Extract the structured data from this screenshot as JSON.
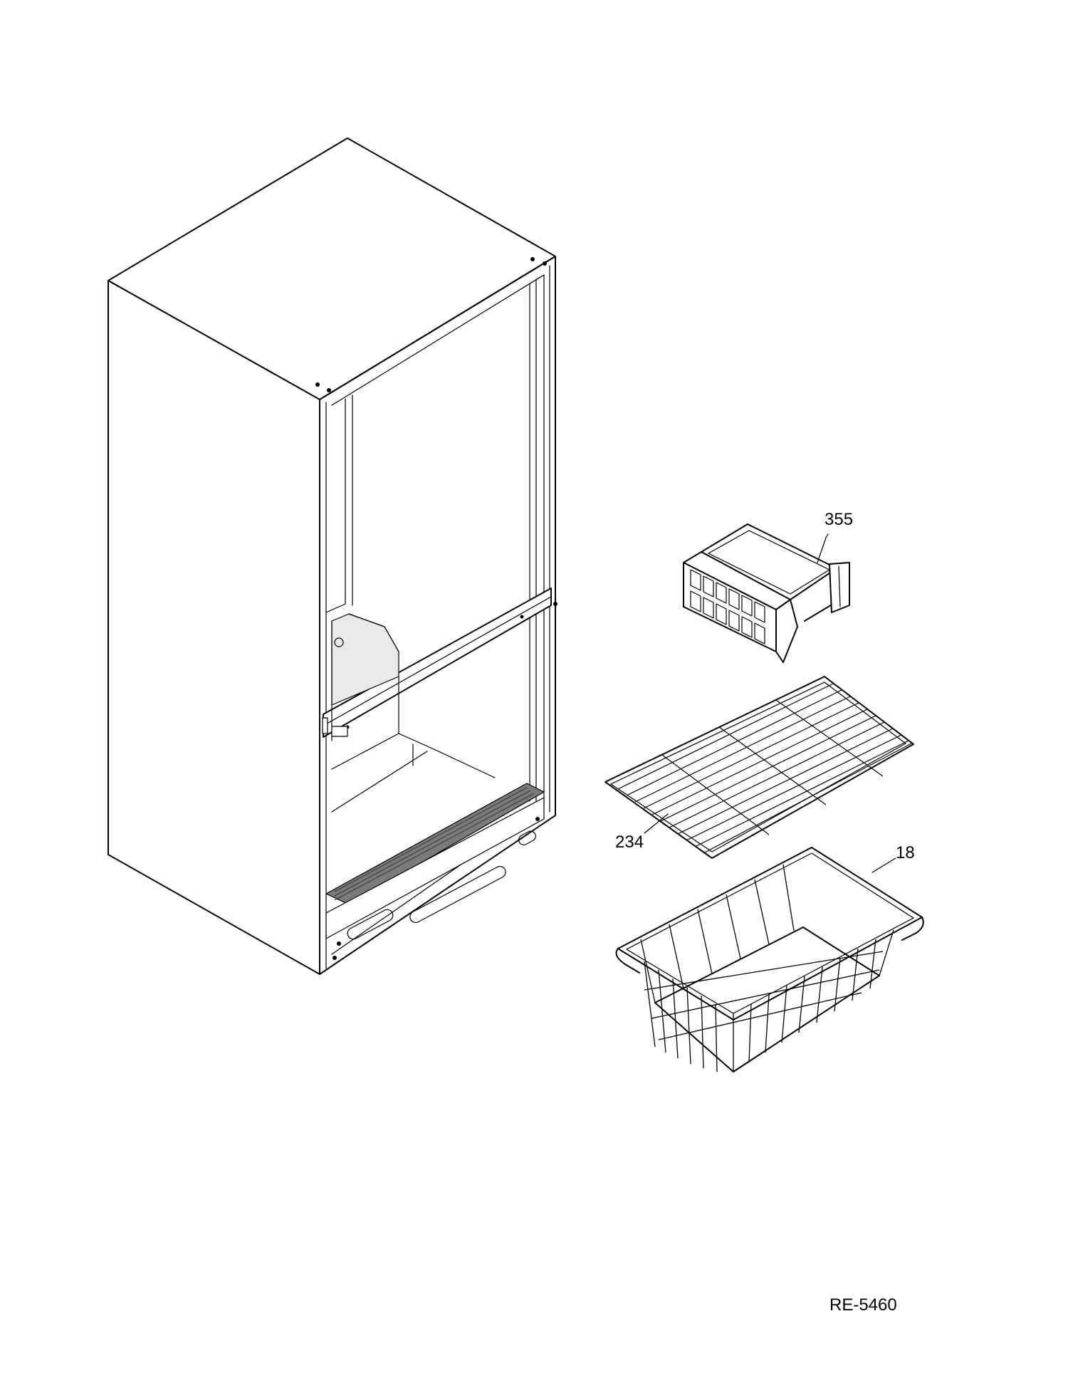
{
  "callouts": {
    "ice_tray": "355",
    "shelf": "234",
    "basket": "18"
  },
  "drawing_number": "RE-5460"
}
